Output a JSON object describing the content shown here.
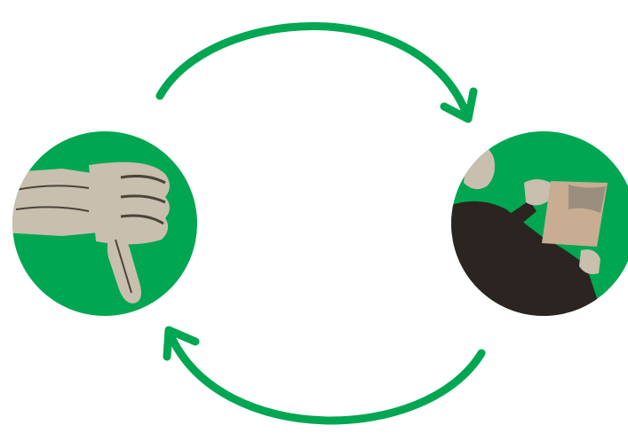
{
  "diagram": {
    "type": "cycle",
    "nodes": [
      {
        "id": "thumbs-down",
        "icon": "thumbs-down-hand-photo"
      },
      {
        "id": "person-examining-paper",
        "icon": "person-holding-paper-photo"
      }
    ],
    "edges": [
      {
        "from": "thumbs-down",
        "to": "person-examining-paper",
        "direction": "clockwise-top"
      },
      {
        "from": "person-examining-paper",
        "to": "thumbs-down",
        "direction": "clockwise-bottom"
      }
    ]
  },
  "colors": {
    "accent_green": "#00A651",
    "skin_light": "#c9bfae",
    "skin_mid": "#9a8f7e",
    "skin_dark": "#4a443a",
    "clothing_dark": "#2b2420",
    "paper": "#c8ad93",
    "background": "#ffffff"
  }
}
